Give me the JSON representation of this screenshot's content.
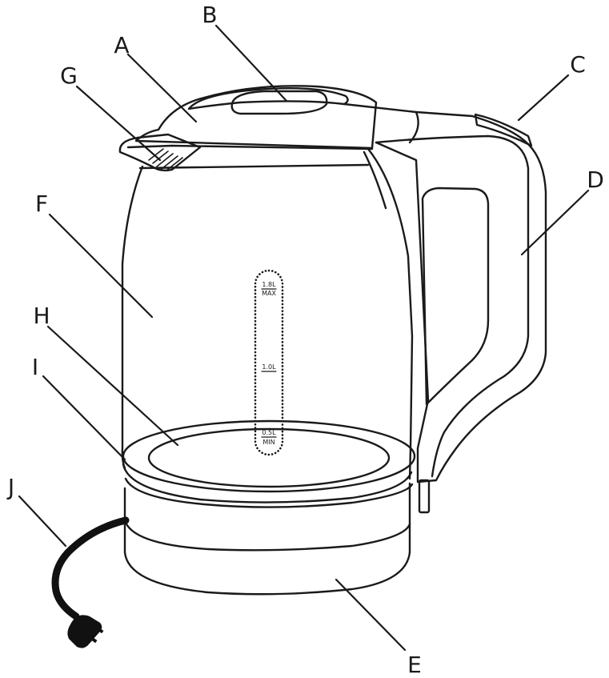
{
  "labels": {
    "A": "A",
    "B": "B",
    "C": "C",
    "D": "D",
    "E": "E",
    "F": "F",
    "G": "G",
    "H": "H",
    "I": "I",
    "J": "J"
  },
  "water_scale": {
    "max_volume": "1.8L",
    "max_word": "MAX",
    "mid_volume": "1.0L",
    "min_volume": "0.5L",
    "min_word": "MIN"
  }
}
